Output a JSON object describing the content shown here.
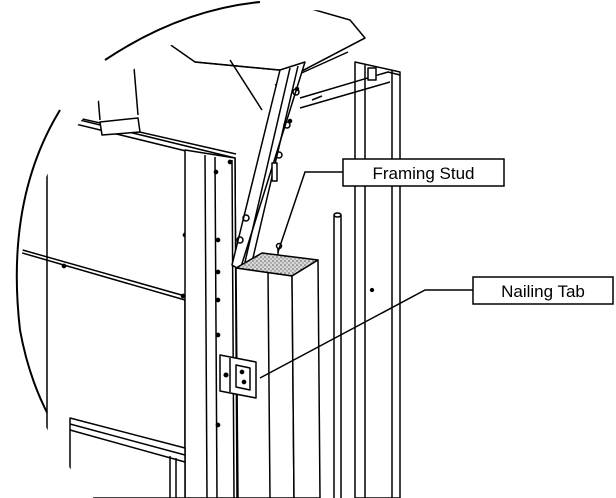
{
  "diagram": {
    "callouts": [
      {
        "id": "framing-stud",
        "label": "Framing Stud"
      },
      {
        "id": "nailing-tab",
        "label": "Nailing Tab"
      }
    ]
  },
  "colors": {
    "line": "#000000",
    "background": "#ffffff",
    "hatch": "#9a9a9a"
  }
}
